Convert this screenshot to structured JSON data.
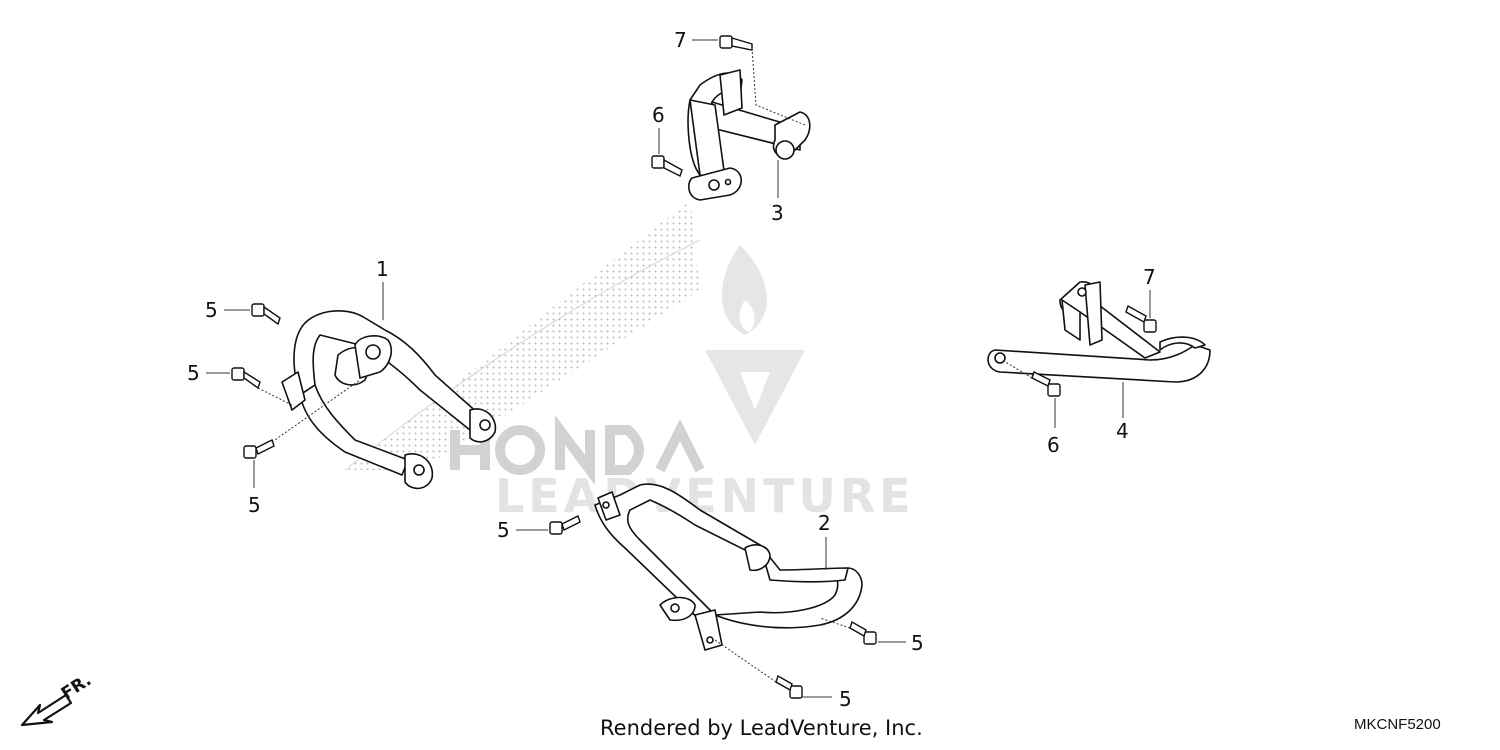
{
  "watermark": {
    "text": "LEADVENTURE",
    "color": "#e3e3e3"
  },
  "brand_watermark": {
    "color": "#c8c8c8"
  },
  "front_indicator": {
    "label": "FR."
  },
  "callouts": {
    "c1": "1",
    "c2": "2",
    "c3": "3",
    "c4": "4",
    "c5a": "5",
    "c5b": "5",
    "c5c": "5",
    "c5d": "5",
    "c5e": "5",
    "c5f": "5",
    "c6a": "6",
    "c6b": "6",
    "c7a": "7",
    "c7b": "7"
  },
  "footer": {
    "credit": "Rendered by LeadVenture, Inc.",
    "code": "MKCNF5200"
  },
  "colors": {
    "line": "#111111",
    "leader": "#333333"
  }
}
